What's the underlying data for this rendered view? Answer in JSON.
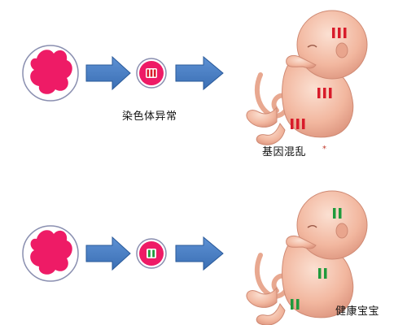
{
  "rows": [
    {
      "caption": "染色体异常",
      "result": "基因混乱",
      "marker_color": "#d81b2a",
      "marker_type": "triple-bar"
    },
    {
      "caption": "",
      "result": "健康宝宝",
      "marker_color": "#1f9a3c",
      "marker_type": "double-bar"
    }
  ],
  "colors": {
    "cell_fill": "#ee1b66",
    "cell_ring": "#8a8fb0",
    "arrow_fill": "#4a7fc4",
    "arrow_stroke": "#2a5a9a",
    "fetus_skin": "#f2b79f",
    "fetus_shade": "#dc8e78"
  }
}
